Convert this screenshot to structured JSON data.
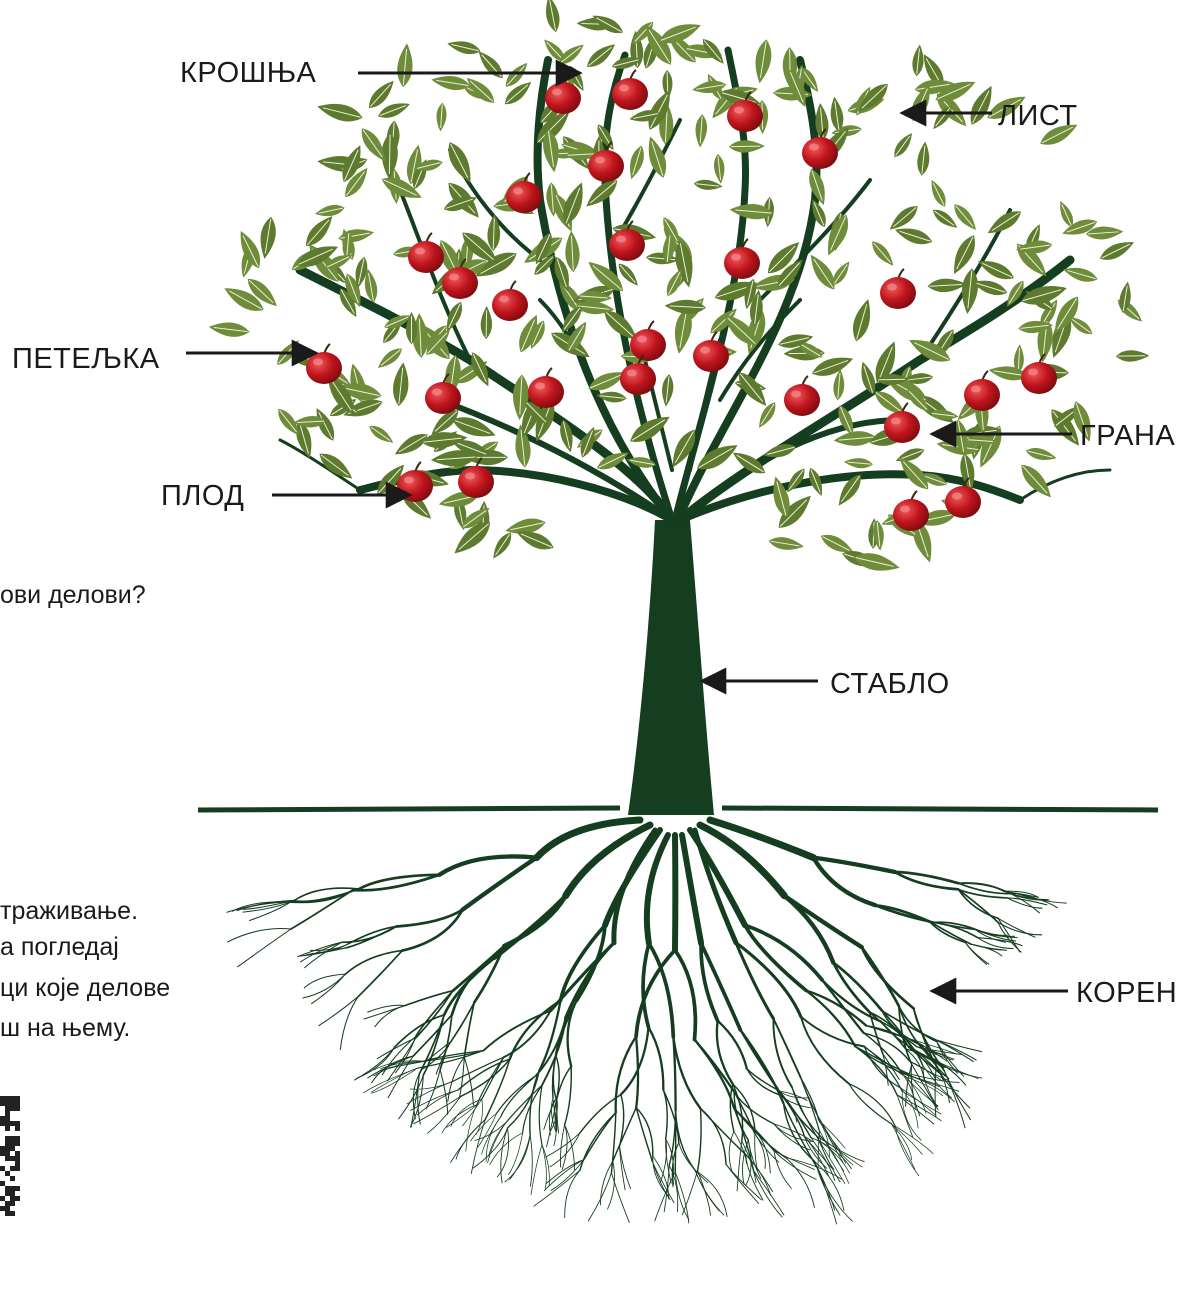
{
  "labels": {
    "crown": "КРОШЊА",
    "leaf": "ЛИСТ",
    "petiole": "ПЕТЕЉКА",
    "branch": "ГРАНА",
    "fruit": "ПЛОД",
    "trunk": "СТАБЛО",
    "root": "КОРЕН"
  },
  "side_text": {
    "line1": "ови делови?",
    "line2": "траживање.",
    "line3": "а погледај",
    "line4": "ци које делове",
    "line5": "ш на њему."
  },
  "colors": {
    "trunk": "#153d1f",
    "leaf": "#6f8c3a",
    "leaf_dark": "#5e7a2e",
    "fruit": "#c0141c",
    "fruit_highlight": "#e8464b",
    "ground": "#153d1f",
    "arrow": "#1a1a1a"
  }
}
